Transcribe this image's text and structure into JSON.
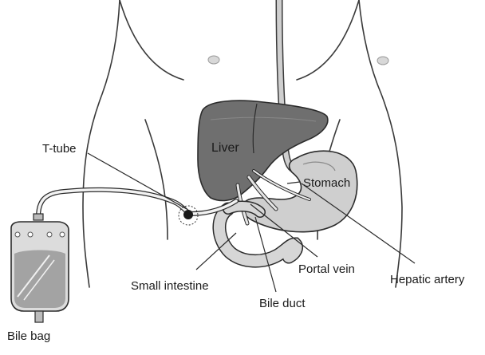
{
  "labels": {
    "t_tube": "T-tube",
    "liver": "Liver",
    "stomach": "Stomach",
    "small_intestine": "Small intestine",
    "portal_vein": "Portal vein",
    "hepatic_artery": "Hepatic artery",
    "bile_duct": "Bile duct",
    "bile_bag": "Bile bag"
  },
  "colors": {
    "outline": "#2b2b2b",
    "liver": "#6f6f6f",
    "stomach": "#cfcfcf",
    "intestine": "#d6d6d6",
    "bag": "#d9d9d9",
    "bag_fluid": "#9a9a9a"
  }
}
